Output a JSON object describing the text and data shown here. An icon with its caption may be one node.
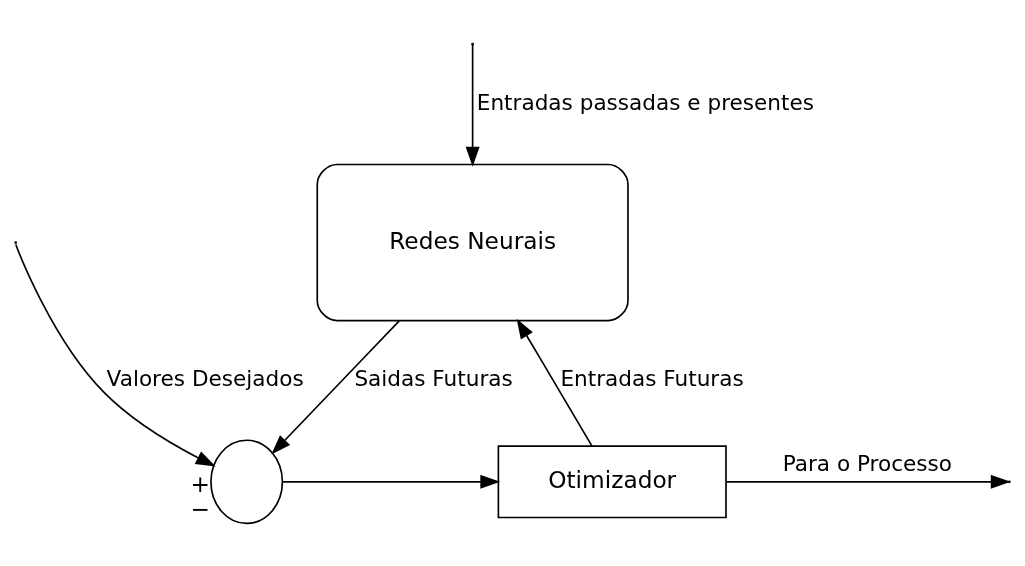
{
  "diagram": {
    "nodes": [
      {
        "text": [
          "Redes Neurais"
        ]
      },
      {
        "text": [
          "Otimizador"
        ]
      },
      {
        "text": [],
        "shape": "circle",
        "beside": [
          "+",
          "−"
        ]
      }
    ],
    "edges": [
      {
        "from": null,
        "to": 0,
        "arrow": "to",
        "label": "Entradas passadas e presentes"
      },
      {
        "from": 0,
        "to": 2,
        "arrow": "to",
        "label": "Saidas Futuras"
      },
      {
        "from": 2,
        "to": 1,
        "arrow": "to"
      },
      {
        "from": 1,
        "to": null,
        "arrow": "to",
        "label": "Para o Processo"
      },
      {
        "from": 1,
        "to": 0,
        "arrow": "to",
        "label": "Entradas Futuras"
      },
      {
        "from": null,
        "to": 2,
        "arrow": "to",
        "label": "Valores Desejados"
      }
    ]
  }
}
